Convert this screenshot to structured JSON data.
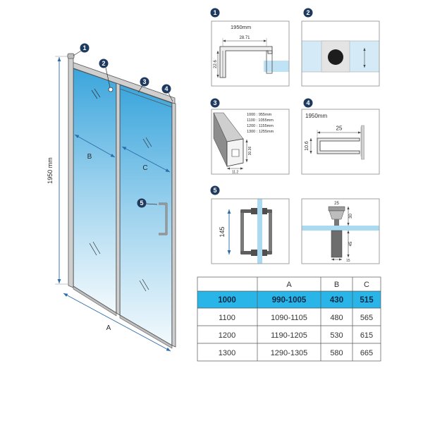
{
  "door": {
    "height_label": "1950 mm",
    "label_a": "A",
    "label_b": "B",
    "label_c": "C",
    "callouts": [
      "1",
      "2",
      "3",
      "4",
      "5"
    ]
  },
  "details": {
    "d1": {
      "number": "1",
      "height_label": "1950mm",
      "width": "28.71",
      "depth": "22.6"
    },
    "d2": {
      "number": "2"
    },
    "d3": {
      "number": "3",
      "cut_lengths": [
        "1000 : 955mm",
        "1100 : 1055mm",
        "1200 : 1155mm",
        "1300 : 1255mm"
      ],
      "height": "30.36",
      "width": "11.2"
    },
    "d4": {
      "number": "4",
      "height_label": "1950mm",
      "width": "25",
      "depth": "10.6"
    },
    "d5": {
      "number": "5",
      "handle_length": "145",
      "cap_width": "25",
      "cap_height": "30",
      "post_height": "45",
      "post_width": "15"
    }
  },
  "table": {
    "headers": [
      "A",
      "B",
      "C"
    ],
    "rows": [
      {
        "size": "1000",
        "A": "990-1005",
        "B": "430",
        "C": "515",
        "highlight": true
      },
      {
        "size": "1100",
        "A": "1090-1105",
        "B": "480",
        "C": "565"
      },
      {
        "size": "1200",
        "A": "1190-1205",
        "B": "530",
        "C": "615"
      },
      {
        "size": "1300",
        "A": "1290-1305",
        "B": "580",
        "C": "665"
      }
    ]
  },
  "colors": {
    "highlight": "#29b5e8",
    "callout": "#1f3a5f",
    "dimension": "#2b6ca8",
    "glass": "#3aa5dc"
  }
}
